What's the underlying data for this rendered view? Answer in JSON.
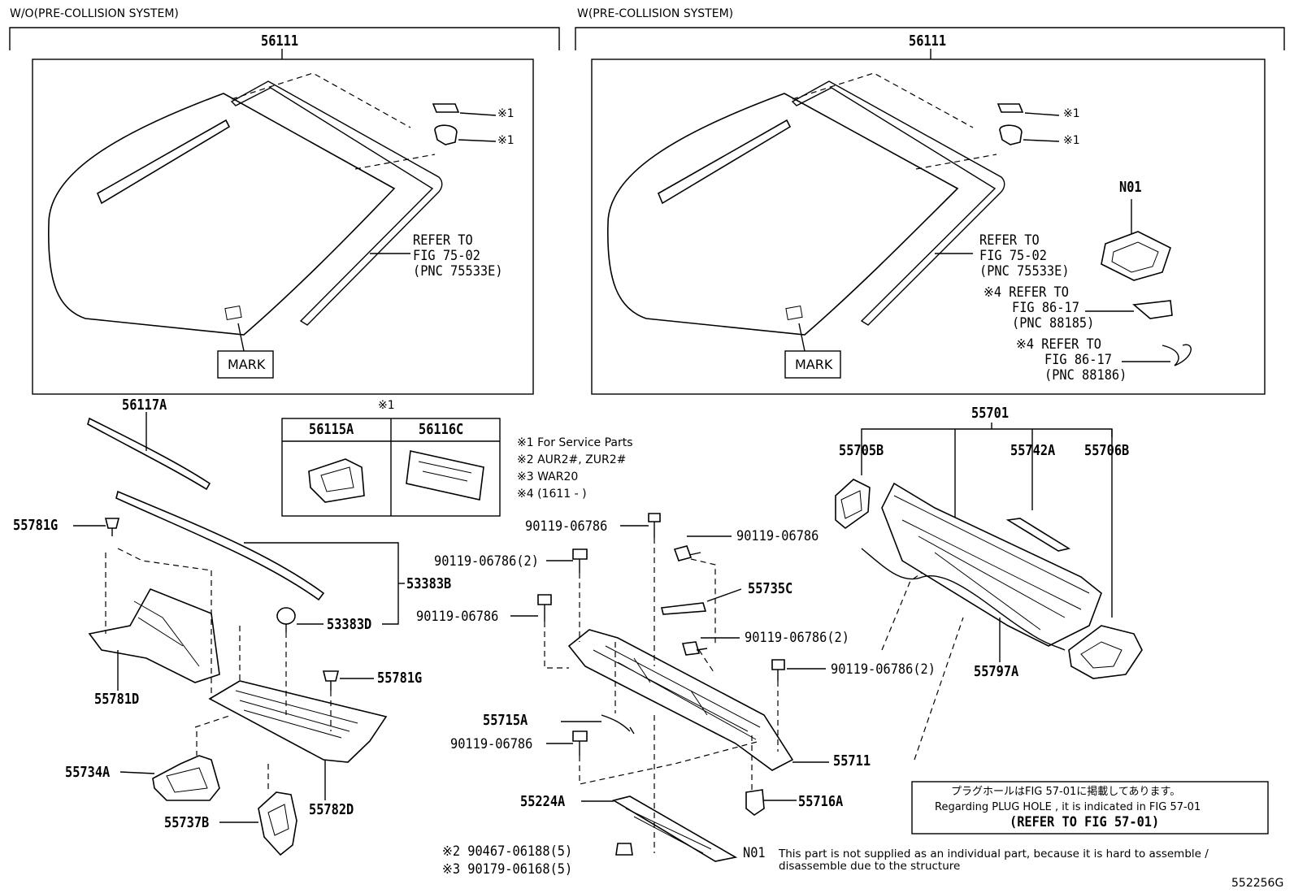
{
  "sections": {
    "left": "W/O(PRE-COLLISION SYSTEM)",
    "right": "W(PRE-COLLISION SYSTEM)"
  },
  "glass": {
    "left": {
      "part": "56111",
      "clip1": "※1",
      "clip2": "※1",
      "refer": [
        "REFER TO",
        "FIG 75-02",
        "(PNC 75533E)"
      ],
      "mark": "MARK"
    },
    "right": {
      "part": "56111",
      "clip1": "※1",
      "clip2": "※1",
      "refer": [
        "REFER TO",
        "FIG 75-02",
        "(PNC 75533E)"
      ],
      "mark": "MARK",
      "n01": "N01",
      "refer4a": [
        "※4 REFER TO",
        "FIG 86-17",
        "(PNC 88185)"
      ],
      "refer4b": [
        "※4 REFER TO",
        "FIG 86-17",
        "(PNC 88186)"
      ]
    }
  },
  "service_table": {
    "note": "※1",
    "headers": [
      "56115A",
      "56116C"
    ]
  },
  "legend": [
    "※1 For Service Parts",
    "※2 AUR2#, ZUR2#",
    "※3 WAR20",
    "※4 (1611 -     )"
  ],
  "labels": {
    "p56117A": "56117A",
    "p55781G_a": "55781G",
    "p53383B": "53383B",
    "p53383D": "53383D",
    "p55781G_b": "55781G",
    "p55781D": "55781D",
    "p55734A": "55734A",
    "p55737B": "55737B",
    "p55782D": "55782D",
    "b1": "90119-06786",
    "b2": "90119-06786(2)",
    "b3": "90119-06786",
    "b4": "90119-06786",
    "b5": "90119-06786(2)",
    "b6": "90119-06786(2)",
    "b7": "90119-06786",
    "p55735C": "55735C",
    "p55715A": "55715A",
    "p55711": "55711",
    "p55224A": "55224A",
    "p55716A": "55716A",
    "clip2": "※2 90467-06188(5)",
    "clip3": "※3 90179-06168(5)",
    "n01": "N01",
    "n01_note": [
      "This part is not supplied as an individual part, because it is hard to assemble /",
      "disassemble due to the structure"
    ],
    "p55701": "55701",
    "p55705B": "55705B",
    "p55742A": "55742A",
    "p55706B": "55706B",
    "p55797A": "55797A"
  },
  "plug_note": [
    "プラグホールはFIG 57-01に掲載してあります。",
    "Regarding PLUG HOLE , it is indicated in FIG 57-01",
    "(REFER TO FIG 57-01)"
  ],
  "figure_id": "552256G"
}
